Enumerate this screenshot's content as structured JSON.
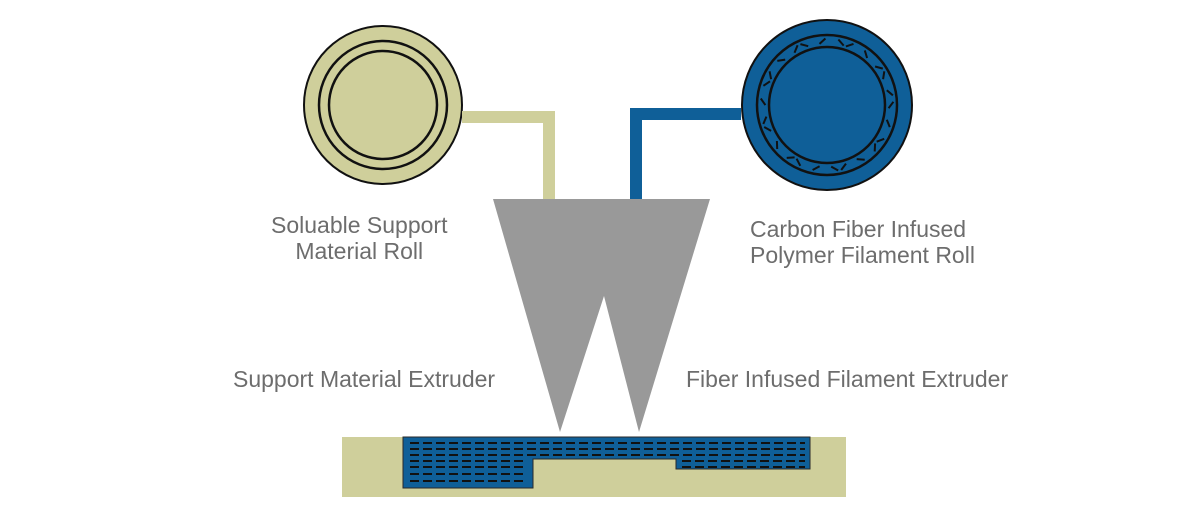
{
  "labels": {
    "support_roll": [
      "Soluable Support",
      "Material Roll"
    ],
    "fiber_roll": [
      "Carbon Fiber Infused",
      "Polymer Filament Roll"
    ],
    "support_extruder": "Support Material Extruder",
    "fiber_extruder": "Fiber Infused Filament Extruder"
  },
  "colors": {
    "support_material": "#cfcf9b",
    "fiber_filament": "#0f5f98",
    "extruder": "#999999",
    "outline": "#111111",
    "label_text": "#6d6d6d"
  }
}
